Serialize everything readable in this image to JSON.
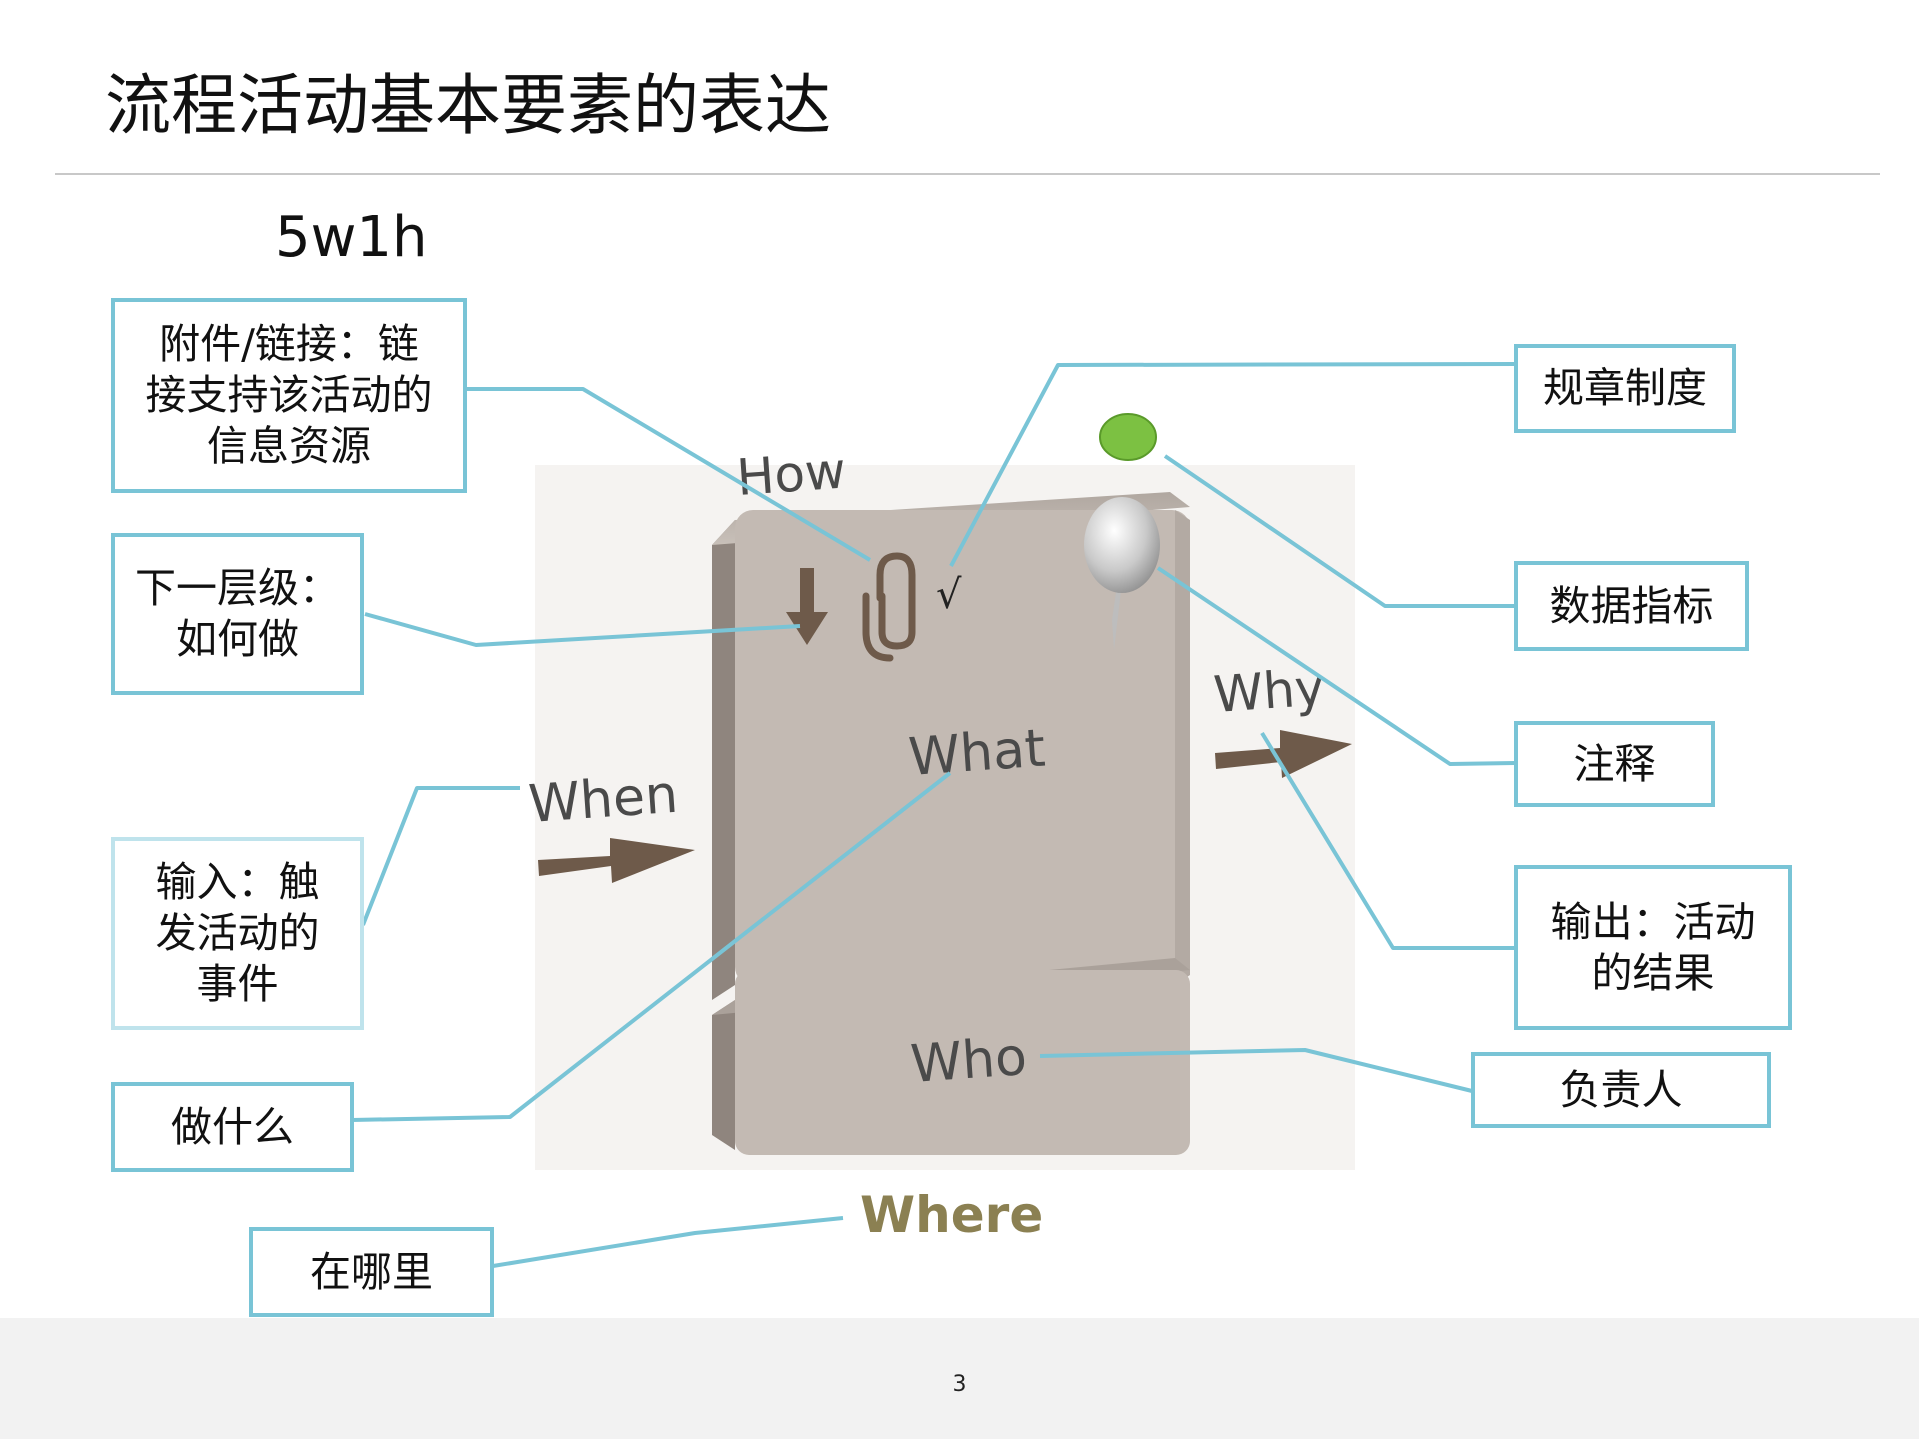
{
  "slide": {
    "title": "流程活动基本要素的表达",
    "subtitle": "5w1h",
    "page_number": "3"
  },
  "card": {
    "how": "How",
    "what": "What",
    "who": "Who",
    "when": "When",
    "why": "Why",
    "where": "Where",
    "check_mark": "√",
    "icons": [
      "down-arrow-icon",
      "paperclip-icon",
      "pushpin-icon",
      "green-dot-icon"
    ]
  },
  "callouts": {
    "attachment": {
      "lines": [
        "附件/链接：链",
        "接支持该活动的",
        "信息资源"
      ]
    },
    "sublevel": {
      "lines": [
        "下一层级：",
        "如何做"
      ]
    },
    "input": {
      "lines": [
        "输入：触",
        "发活动的",
        "事件"
      ]
    },
    "what_do": {
      "lines": [
        "做什么"
      ]
    },
    "where_at": {
      "lines": [
        "在哪里"
      ]
    },
    "rules": {
      "lines": [
        "规章制度"
      ]
    },
    "metrics": {
      "lines": [
        "数据指标"
      ]
    },
    "note": {
      "lines": [
        "注释"
      ]
    },
    "output": {
      "lines": [
        "输出：活动",
        "的结果"
      ]
    },
    "owner": {
      "lines": [
        "负责人"
      ]
    }
  },
  "colors": {
    "connector": "#79c4d6",
    "card_face": "#c3bab3",
    "card_side": "#a69c95",
    "arrow": "#6e5a4a",
    "where_text": "#8b8052",
    "green_dot": "#7cc142"
  }
}
